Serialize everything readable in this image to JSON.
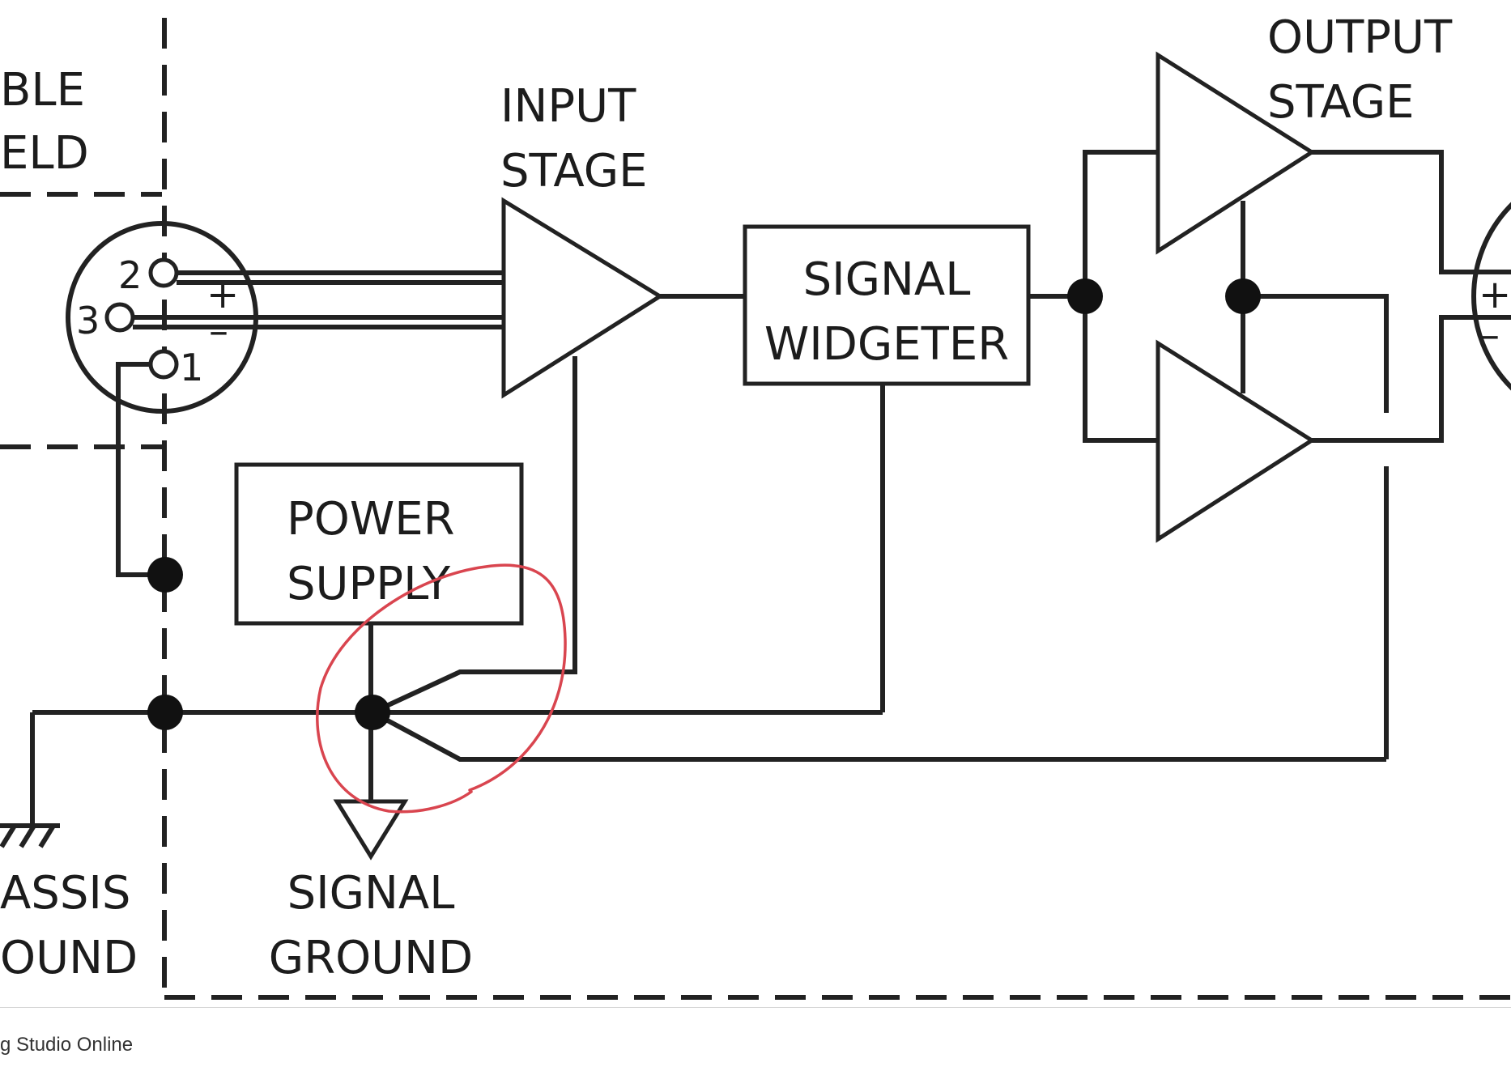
{
  "diagram": {
    "labels": {
      "shield_line1": "BLE",
      "shield_line2": "ELD",
      "input_stage_line1": "INPUT",
      "input_stage_line2": "STAGE",
      "output_stage_line1": "OUTPUT",
      "output_stage_line2": "STAGE",
      "signal_widgeter_line1": "SIGNAL",
      "signal_widgeter_line2": "WIDGETER",
      "power_supply_line1": "POWER",
      "power_supply_line2": "SUPPLY",
      "signal_ground_line1": "SIGNAL",
      "signal_ground_line2": "GROUND",
      "chassis_ground_line1": "ASSIS",
      "chassis_ground_line2": "OUND"
    },
    "input_connector": {
      "pin2": "2",
      "pin3": "3",
      "pin1": "1",
      "plus": "+",
      "minus": "–"
    },
    "output_connector": {
      "plus": "+",
      "minus": "–"
    },
    "annotation": {
      "color": "#d9454f"
    }
  },
  "footer": {
    "caption": "g Studio Online"
  }
}
